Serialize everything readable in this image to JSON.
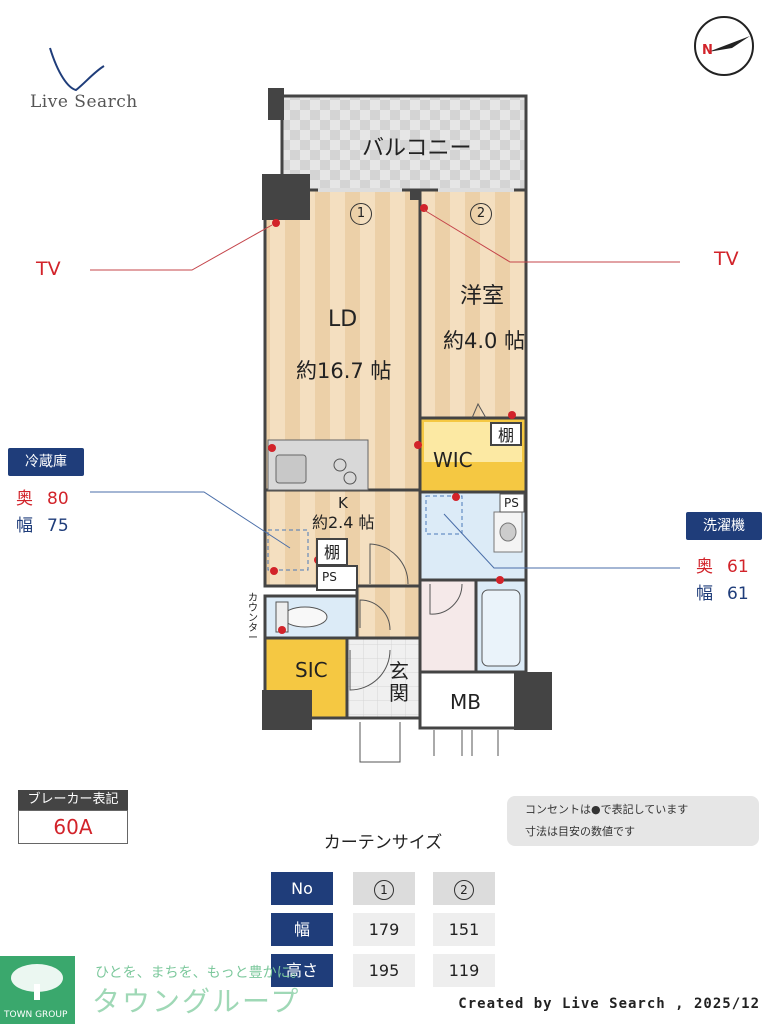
{
  "logo": {
    "text": "Live Search"
  },
  "rooms": {
    "balcony": "バルコニー",
    "ld_name": "LD",
    "ld_size": "約16.7 帖",
    "western_name": "洋室",
    "western_size": "約4.0 帖",
    "k_name": "K",
    "k_size": "約2.4 帖",
    "wic": "WIC",
    "sic": "SIC",
    "mb": "MB",
    "entrance": "玄関",
    "shelf1": "棚",
    "shelf2": "棚",
    "ps1": "PS",
    "ps2": "PS",
    "counter": "カウンター",
    "window1": "1",
    "window2": "2"
  },
  "tv_left": "TV",
  "tv_right": "TV",
  "fridge": {
    "label": "冷蔵庫",
    "depth_label": "奥",
    "depth": "80",
    "width_label": "幅",
    "width": "75"
  },
  "washer": {
    "label": "洗濯機",
    "depth_label": "奥",
    "depth": "61",
    "width_label": "幅",
    "width": "61"
  },
  "breaker": {
    "label": "ブレーカー表記",
    "value": "60A"
  },
  "notes": [
    "コンセントは●で表記しています",
    "寸法は目安の数値です"
  ],
  "curtain": {
    "title": "カーテンサイズ",
    "header": [
      "No",
      "1",
      "2"
    ],
    "rows": [
      {
        "label": "幅",
        "values": [
          "179",
          "151"
        ]
      },
      {
        "label": "高さ",
        "values": [
          "195",
          "119"
        ]
      }
    ]
  },
  "credit": "Created by Live Search , 2025/12",
  "town_group": {
    "tagline": "ひとを、まちを、もっと豊かに。",
    "name": "タウングループ",
    "sub": "TOWN GROUP"
  },
  "colors": {
    "accent_navy": "#1f3d7a",
    "accent_red": "#d2232a",
    "town_green": "#3aa86d"
  }
}
